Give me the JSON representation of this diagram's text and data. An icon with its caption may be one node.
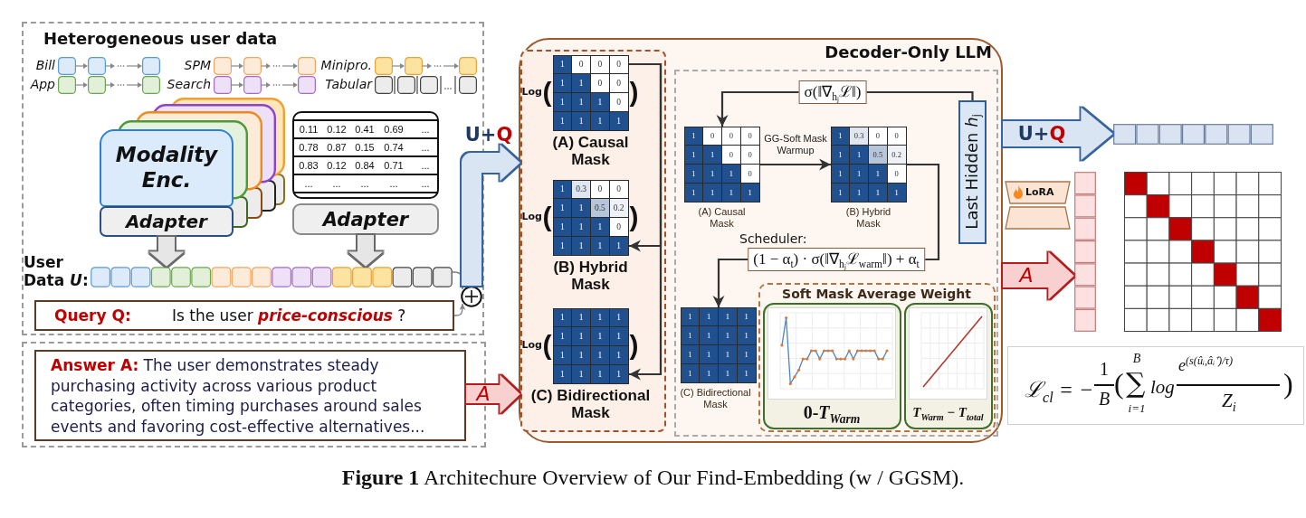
{
  "diagram": {
    "caption": "**Figure 1** Architechure Overview of Our Find-Embedding (w / GGSM).",
    "nodes": [
      {
        "text": [
          "Heterogeneous user data"
        ]
      },
      {
        "text": [
          "Modality Enc."
        ],
        "in": 0
      },
      {
        "text": [
          "Adapter"
        ],
        "in": 0
      },
      {
        "text": [
          "Adapter"
        ],
        "in": 0
      },
      {
        "text": [],
        "shape": "bar",
        "in": 0,
        "beside": [
          "User Data *U*:"
        ]
      },
      {
        "text": [
          "Query Q:",
          "Is the user **price-conscious** ?"
        ],
        "in": 0
      },
      {
        "text": [],
        "shape": "circle",
        "in": 0
      },
      {
        "text": [],
        "shape": "box"
      },
      {
        "text": [
          "**Answer A:** The user demonstrates steady purchasing activity across various product categories, often timing purchases around sales events and favoring cost-effective alternatives..."
        ],
        "in": 7
      },
      {
        "text": [
          "Decoder-Only LLM"
        ]
      },
      {
        "text": [],
        "shape": "box",
        "in": 9
      },
      {
        "text": [
          "1",
          "0",
          "0",
          "0",
          "1",
          "1",
          "0",
          "0",
          "1",
          "1",
          "1",
          "0",
          "1",
          "1",
          "1",
          "1"
        ],
        "in": 10,
        "beside": [
          "Log",
          "(",
          ")",
          "(A) Causal Mask"
        ]
      },
      {
        "text": [
          "1",
          "0.3",
          "0",
          "0",
          "1",
          "1",
          "0.5",
          "0.2",
          "1",
          "1",
          "1",
          "0",
          "1",
          "1",
          "1",
          "1"
        ],
        "in": 10,
        "beside": [
          "Log",
          "(",
          ")",
          "(B) Hybrid Mask"
        ]
      },
      {
        "text": [
          "1",
          "1",
          "1",
          "1",
          "1",
          "1",
          "1",
          "1",
          "1",
          "1",
          "1",
          "1",
          "1",
          "1",
          "1",
          "1"
        ],
        "in": 10,
        "beside": [
          "Log",
          "(",
          ")",
          "(C) Bidirectional Mask"
        ]
      },
      {
        "text": [],
        "shape": "box",
        "in": 9
      },
      {
        "text": [
          "1",
          "0",
          "0",
          "0",
          "1",
          "1",
          "0",
          "0",
          "1",
          "1",
          "1",
          "0",
          "1",
          "1",
          "1",
          "1"
        ],
        "in": 14,
        "beside": [
          "(A) Causal Mask"
        ]
      },
      {
        "text": [
          "1",
          "0.3",
          "0",
          "0",
          "1",
          "1",
          "0.5",
          "0.2",
          "1",
          "1",
          "1",
          "0",
          "1",
          "1",
          "1",
          "1"
        ],
        "in": 14,
        "beside": [
          "(B) Hybrid Mask"
        ]
      },
      {
        "text": [
          "Last Hidden *h*$_{j}$"
        ],
        "in": 14
      },
      {
        "text": [
          "1",
          "1",
          "1",
          "1",
          "1",
          "1",
          "1",
          "1",
          "1",
          "1",
          "1",
          "1",
          "1",
          "1",
          "1",
          "1"
        ],
        "in": 14,
        "beside": [
          "(C) Bidirectional Mask"
        ]
      },
      {
        "text": [
          "Soft Mask Average Weight"
        ],
        "in": 14
      },
      {
        "text": [
          "0-*T*$_{Warm}$"
        ],
        "in": 19
      },
      {
        "text": [
          "*T*$_{Warm}$ − *T*$_{total}$"
        ],
        "in": 19
      },
      {
        "text": [],
        "shape": "bar"
      },
      {
        "text": [
          "LoRA"
        ]
      },
      {
        "text": [],
        "shape": "bar"
      },
      {
        "text": [
          "ℒ$_{cl}$ = −",
          "1",
          "B",
          "(",
          "B",
          "∑",
          "i=1",
          "log",
          "e$^{(s(ûᵢ,âᵢ⁺)/τ)}$",
          "Z$_{i}$",
          ")"
        ]
      }
    ],
    "edges": [
      {
        "from": 2,
        "to": 4,
        "arrow": "to",
        "style": "thick",
        "color": "#e6e6e6"
      },
      {
        "from": 3,
        "to": 4,
        "arrow": "to",
        "style": "thick",
        "color": "#e6e6e6"
      },
      {
        "from": 4,
        "to": 6,
        "arrow": "to",
        "color": "#808080"
      },
      {
        "from": 5,
        "to": 6,
        "arrow": "to",
        "color": "#808080"
      },
      {
        "from": 6,
        "to": 10,
        "arrow": "to",
        "style": "thick",
        "color": "#dae5f3",
        "label": "U+**Q**"
      },
      {
        "from": 8,
        "to": 10,
        "arrow": "to",
        "style": "thick",
        "color": "#f8d0d0",
        "label": "A"
      },
      {
        "from": 11,
        "to": 12,
        "arrow": "to"
      },
      {
        "from": 11,
        "to": 13,
        "arrow": "to"
      },
      {
        "from": 17,
        "to": 15,
        "arrow": "to",
        "label": "σ(‖∇$_{hⱼ}$ℒ‖)"
      },
      {
        "from": 15,
        "to": 16,
        "arrow": "to",
        "label": "GG-Soft Mask Warmup"
      },
      {
        "from": 16,
        "to": 18,
        "arrow": "to",
        "label": "(1 − α$_{t}$) · σ(‖∇$_{hⱼ}$ℒ$_{warm}$‖) + α$_{t}$"
      },
      {
        "from": 9,
        "to": 22,
        "arrow": "to",
        "style": "thick",
        "color": "#dae5f3",
        "label": "U+**Q**"
      },
      {
        "from": 9,
        "to": 24,
        "arrow": "to",
        "style": "thick",
        "color": "#f8d0d0",
        "label": "A"
      }
    ],
    "labels": [
      "Bill",
      "SPM",
      "Minipro.",
      "App",
      "Search",
      "Tabular",
      "0.11",
      "0.12",
      "0.41",
      "0.69",
      "...",
      "0.78",
      "0.87",
      "0.15",
      "0.74",
      "...",
      "0.83",
      "0.12",
      "0.84",
      "0.71",
      "...",
      "...",
      "...",
      "...",
      "...",
      "...",
      "Scheduler:"
    ]
  }
}
